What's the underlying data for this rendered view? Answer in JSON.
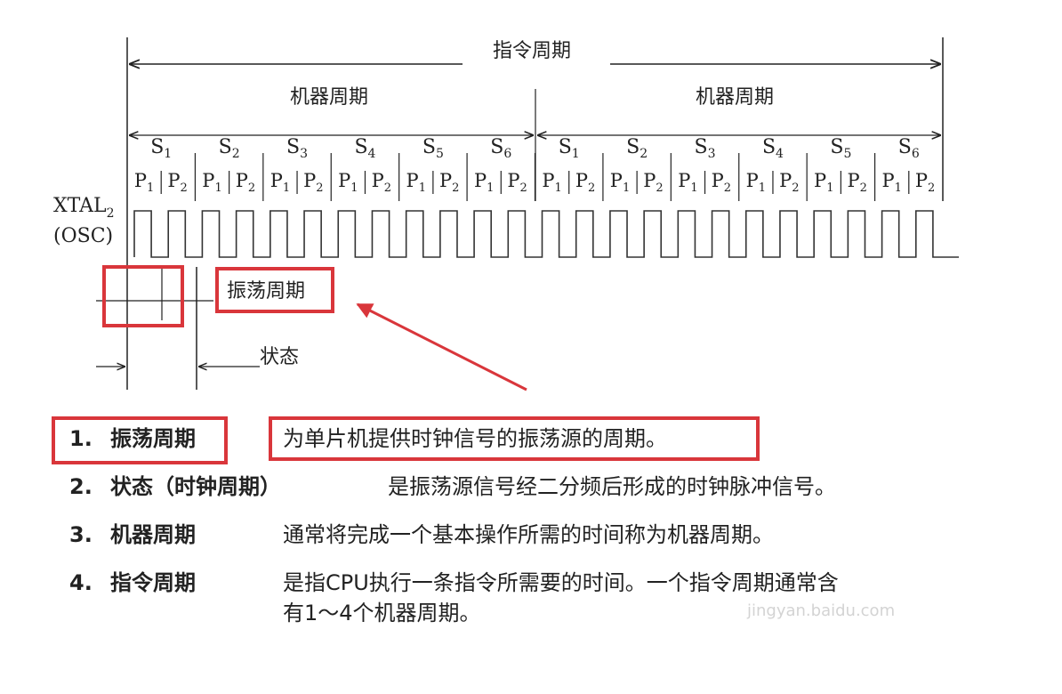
{
  "diagram": {
    "instruction_cycle_label": "指令周期",
    "machine_cycle_labels": [
      "机器周期",
      "机器周期"
    ],
    "state_labels": [
      "1",
      "2",
      "3",
      "4",
      "5",
      "6"
    ],
    "state_letter": "S",
    "phase_labels": [
      "1",
      "2"
    ],
    "phase_letter": "P",
    "signal_label_line1": "XTAL",
    "signal_label_sub": "2",
    "signal_label_line2": "(OSC)",
    "oscillation_period_label": "振荡周期",
    "state_label": "状态",
    "highlight_color": "#d9363b"
  },
  "definitions": [
    {
      "num": "1.",
      "term": "振荡周期",
      "desc": "为单片机提供时钟信号的振荡源的周期。"
    },
    {
      "num": "2.",
      "term": "状态（时钟周期）",
      "desc": "是振荡源信号经二分频后形成的时钟脉冲信号。"
    },
    {
      "num": "3.",
      "term": "机器周期",
      "desc": "通常将完成一个基本操作所需的时间称为机器周期。"
    },
    {
      "num": "4.",
      "term": "指令周期",
      "desc": "是指CPU执行一条指令所需要的时间。一个指令周期通常含",
      "desc2": "有1～4个机器周期。"
    }
  ],
  "watermark": "jingyan.baidu.com"
}
